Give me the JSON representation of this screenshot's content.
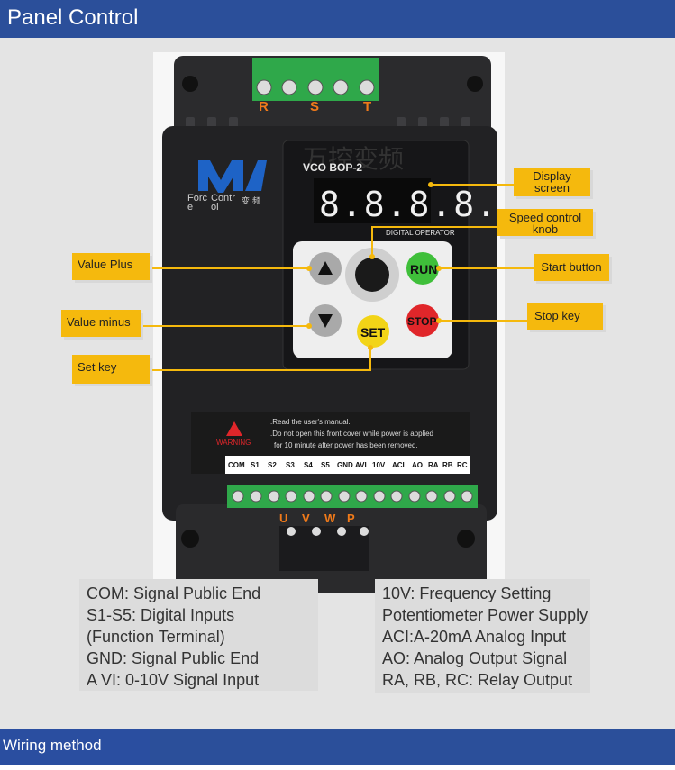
{
  "header": {
    "title": "Panel Control"
  },
  "footer": {
    "title": "Wiring method"
  },
  "device": {
    "terminals_top": [
      "R",
      "S",
      "T"
    ],
    "brand_lines": [
      "Forc",
      "e",
      "Contr",
      "ol"
    ],
    "brand_cjk": "变 频",
    "model": "VCO BOP-2",
    "watermark": "万控变频",
    "display": "8.8.8.8.",
    "operator_label": "DIGITAL OPERATOR",
    "run_label": "RUN",
    "stop_label": "STOP",
    "set_label": "SET",
    "warning_label": "WARNING",
    "warning_lines": [
      ".Read the user's manual.",
      ".Do not open this front cover while power is applied",
      "for 10 minute after power has been removed."
    ],
    "terminals_bottom": [
      "COM",
      "S1",
      "S2",
      "S3",
      "S4",
      "S5",
      "GND",
      "AVI",
      "10V",
      "ACI",
      "AO",
      "RA",
      "RB",
      "RC"
    ],
    "output_labels": [
      "U",
      "V",
      "W",
      "P"
    ]
  },
  "callouts": {
    "display": [
      "Display",
      "screen"
    ],
    "knob": [
      "Speed control",
      "knob"
    ],
    "start": "Start button",
    "stop": "Stop key",
    "plus": "Value Plus",
    "minus": "Value minus",
    "set": "Set key"
  },
  "legend_left": [
    "COM: Signal Public End",
    "S1-S5: Digital Inputs",
    "(Function Terminal)",
    "GND: Signal Public End",
    "A VI: 0-10V Signal Input"
  ],
  "legend_right": [
    "10V: Frequency Setting",
    "Potentiometer Power Supply",
    "ACI:A-20mA Analog Input",
    "AO: Analog Output Signal",
    "RA, RB, RC: Relay Output"
  ],
  "colors": {
    "header": "#2b4f9a",
    "callout": "#f5b90d",
    "run": "#3fbf3a",
    "stop": "#e0262a",
    "set": "#f2d417",
    "terminal": "#2fa84a"
  }
}
